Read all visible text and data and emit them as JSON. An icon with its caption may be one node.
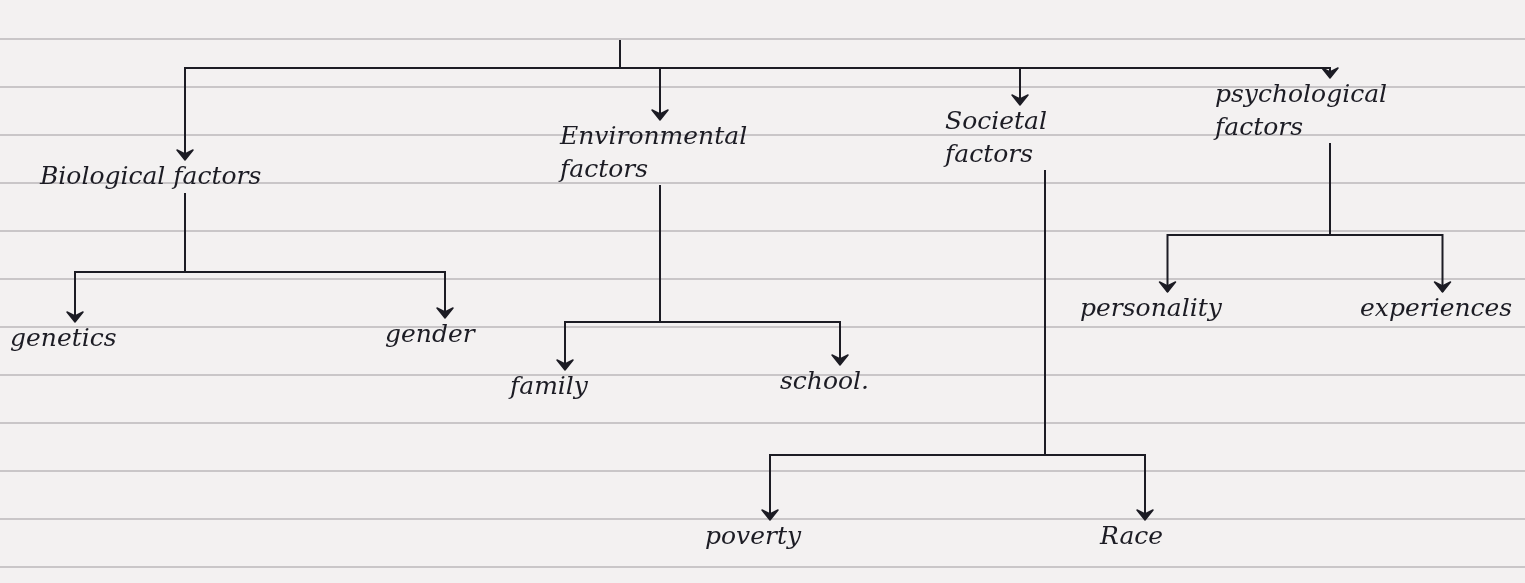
{
  "diagram": {
    "nodes": [
      {
        "text": [
          "Biological factors"
        ]
      },
      {
        "text": [
          "Environmental factors"
        ]
      },
      {
        "text": [
          "Societal factors"
        ]
      },
      {
        "text": [
          "psychological factors"
        ]
      },
      {
        "text": [
          "genetics"
        ]
      },
      {
        "text": [
          "gender"
        ]
      },
      {
        "text": [
          "family"
        ]
      },
      {
        "text": [
          "school."
        ]
      },
      {
        "text": [
          "personality"
        ]
      },
      {
        "text": [
          "experiences"
        ]
      },
      {
        "text": [
          "poverty"
        ]
      },
      {
        "text": [
          "Race"
        ]
      }
    ],
    "edges": [
      {
        "from": null,
        "to": 0,
        "arrow": "to"
      },
      {
        "from": null,
        "to": 1,
        "arrow": "to"
      },
      {
        "from": null,
        "to": 2,
        "arrow": "to"
      },
      {
        "from": null,
        "to": 3,
        "arrow": "to"
      },
      {
        "from": 0,
        "to": 4,
        "arrow": "to"
      },
      {
        "from": 0,
        "to": 5,
        "arrow": "to"
      },
      {
        "from": 1,
        "to": 6,
        "arrow": "to"
      },
      {
        "from": 1,
        "to": 7,
        "arrow": "to"
      },
      {
        "from": 2,
        "to": 10,
        "arrow": "to"
      },
      {
        "from": 2,
        "to": 11,
        "arrow": "to"
      },
      {
        "from": 3,
        "to": 8,
        "arrow": "to"
      },
      {
        "from": 3,
        "to": 9,
        "arrow": "to"
      }
    ]
  }
}
